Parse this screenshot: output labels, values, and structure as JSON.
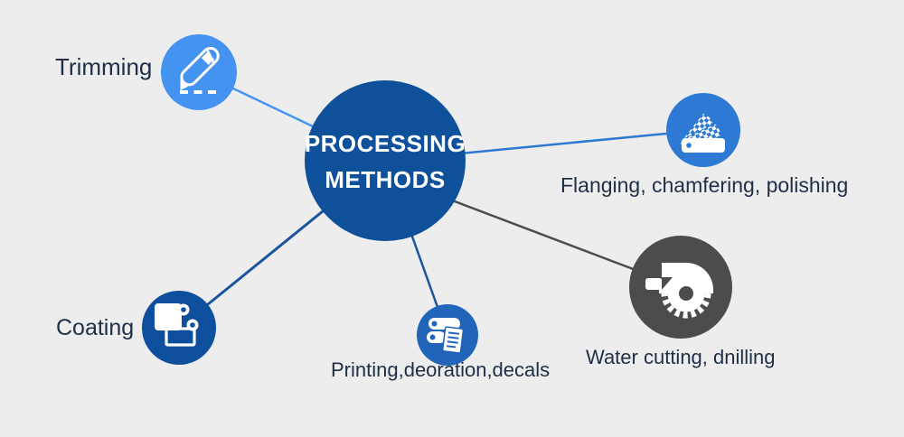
{
  "background_color": "#ededed",
  "label_color": "#1f2f47",
  "center": {
    "label_line1": "PROCESSING",
    "label_line2": "METHODS",
    "color": "#0f509b",
    "text_color": "#ffffff"
  },
  "nodes": [
    {
      "id": "trimming",
      "label": "Trimming",
      "icon": "utility-knife-icon",
      "circle_color": "#4493f1",
      "line_color": "#4896f3"
    },
    {
      "id": "flanging",
      "label": "Flanging, chamfering, polishing",
      "icon": "color-swatch-fan-icon",
      "circle_color": "#2d79d3",
      "line_color": "#2d79d3"
    },
    {
      "id": "coating",
      "label": "Coating",
      "icon": "paint-roller-icon",
      "circle_color": "#0d4e9d",
      "line_color": "#1a549f"
    },
    {
      "id": "printing",
      "label": "Printing,deoration,decals",
      "icon": "printing-press-icon",
      "circle_color": "#2065ba",
      "line_color": "#1a549f"
    },
    {
      "id": "water_cutting",
      "label": "Water cutting, dnilling",
      "icon": "circular-saw-icon",
      "circle_color": "#4c4c4c",
      "line_color": "#4c4c4c"
    }
  ]
}
